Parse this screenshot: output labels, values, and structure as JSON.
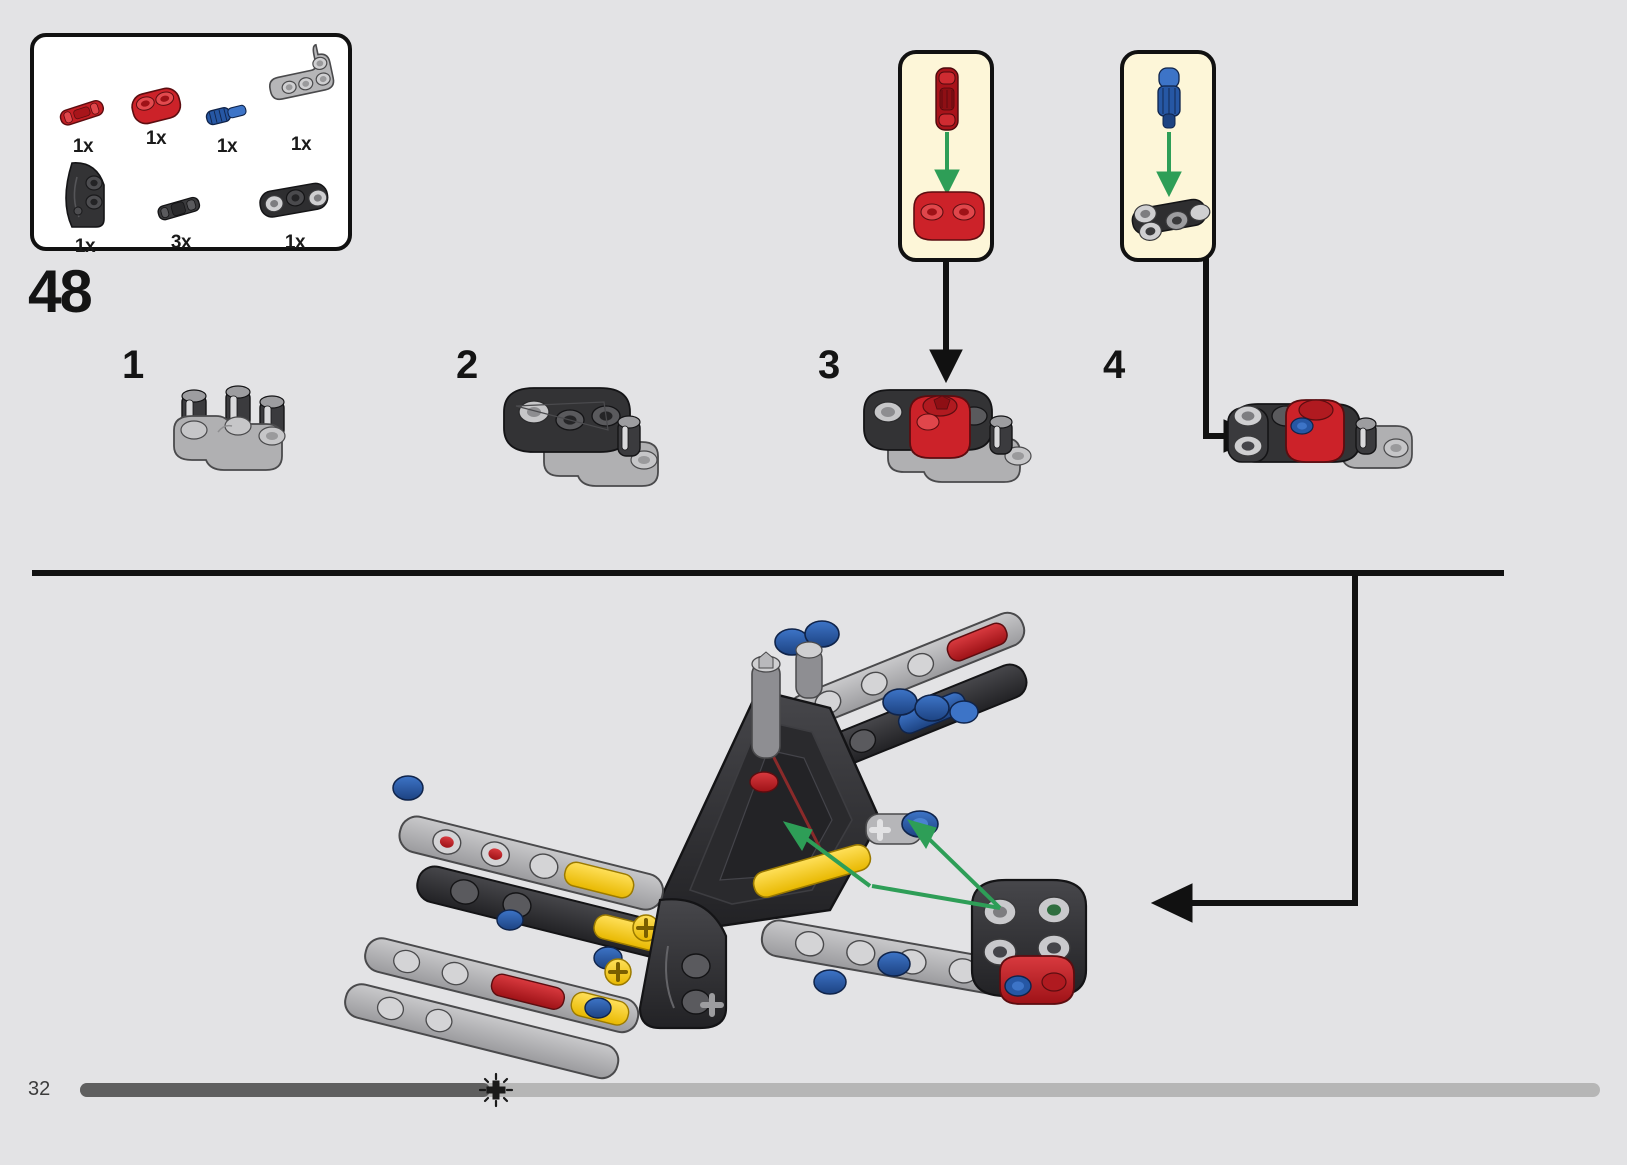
{
  "page": {
    "number": "32",
    "step_number": "48",
    "background_color": "#e3e3e5",
    "progress_percent": 27
  },
  "parts_box": {
    "name": "parts-callout-box",
    "border_color": "#111111",
    "fill_color": "#ffffff",
    "parts": [
      {
        "id": "p1",
        "quantity": "1x",
        "color": "#c41f24",
        "color_name": "red",
        "shape": "pin-3l",
        "description": "red technic pin long"
      },
      {
        "id": "p2",
        "quantity": "1x",
        "color": "#cc2229",
        "color_name": "red",
        "shape": "beam-2l",
        "description": "red technic beam 2 holes"
      },
      {
        "id": "p3",
        "quantity": "1x",
        "color": "#2657a4",
        "color_name": "blue",
        "shape": "axle-pin",
        "description": "blue axle pin with friction"
      },
      {
        "id": "p4",
        "quantity": "1x",
        "color": "#b3b3b3",
        "color_name": "light-gray",
        "shape": "angle-beam",
        "description": "light gray angular beam 3x5"
      },
      {
        "id": "p5",
        "quantity": "1x",
        "color": "#333333",
        "color_name": "black",
        "shape": "panel-curved",
        "description": "black panel fairing curved"
      },
      {
        "id": "p6",
        "quantity": "3x",
        "color": "#3a3a3a",
        "color_name": "black",
        "shape": "pin-2l",
        "description": "black technic pin short"
      },
      {
        "id": "p7",
        "quantity": "1x",
        "color": "#2b2b2b",
        "color_name": "black",
        "shape": "beam-3l-flat",
        "description": "black beam with holes"
      }
    ]
  },
  "substeps": [
    {
      "label": "1",
      "name": "substep-1",
      "description": "light gray angular beam with three black pins inserted"
    },
    {
      "label": "2",
      "name": "substep-2",
      "description": "black panel added onto the gray angular beam"
    },
    {
      "label": "3",
      "name": "substep-3",
      "description": "red beam assembly pressed down onto the sub-assembly"
    },
    {
      "label": "4",
      "name": "substep-4",
      "description": "black beam sub-assembly attached to the left side"
    }
  ],
  "callouts": [
    {
      "name": "callout-red-pin",
      "fill": "#fdf6d8",
      "border": "#111111",
      "arrow_color": "#2e9e57",
      "contents": "red pin inserted into red 2-hole beam",
      "connector": "straight-down-arrow"
    },
    {
      "name": "callout-blue-axle-pin",
      "fill": "#fdf6d8",
      "border": "#111111",
      "arrow_color": "#2e9e57",
      "contents": "blue axle pin inserted into black beam with gray connector",
      "connector": "elbow-left-arrow"
    }
  ],
  "main_model": {
    "name": "main-assembly-illustration",
    "description": "LEGO Technic chassis sub-frame in gray, black, blue, red and yellow",
    "attachment": {
      "name": "attachment-subassembly",
      "description": "black beam sub-assembly with red beam and blue pin",
      "arrow_color": "#2e9e57",
      "arrow_count": 2
    },
    "pointer_arrow_color": "#111111"
  },
  "colors": {
    "lego_red": "#c41f24",
    "lego_blue": "#2657a4",
    "lego_yellow": "#f5cc1b",
    "lego_light_gray": "#b0b0b2",
    "lego_dark_gray": "#6e6e70",
    "lego_black": "#2e2e2e",
    "callout_yellow": "#fdf6d8",
    "outline": "#111111",
    "arrow_green": "#2e9e57"
  }
}
